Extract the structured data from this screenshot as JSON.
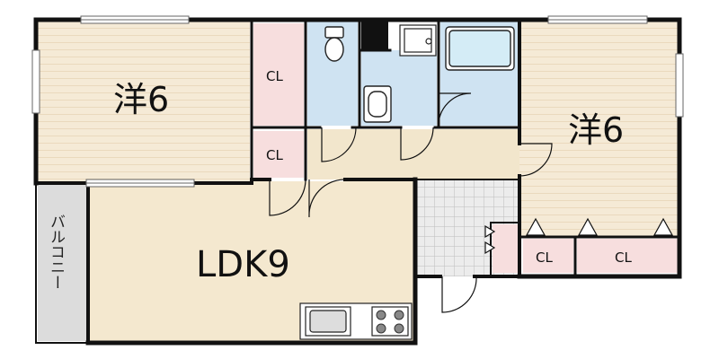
{
  "rooms": {
    "west_bedroom": "洋6",
    "east_bedroom": "洋6",
    "ldk": "LDK9"
  },
  "closets": {
    "top_closet": "CL",
    "mid_closet": "CL",
    "east_closet_small": "CL",
    "east_closet_large": "CL"
  },
  "balcony": {
    "label": "バルコニー"
  },
  "colors": {
    "wall": "#111111",
    "bedroom_floor": "#f5ead6",
    "ldk_floor": "#f4e8cf",
    "hallway_floor": "#f2e6cc",
    "closet_floor": "#f7dede",
    "wet_area_floor": "#cfe3f2",
    "entry_tile": "#e9e9e9",
    "balcony_floor": "#dcdcdc"
  }
}
